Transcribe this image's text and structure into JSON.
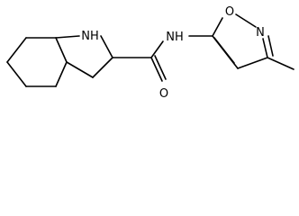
{
  "molecule": {
    "atoms": {
      "nh_ring": "NH",
      "nh_amide": "NH",
      "o_carbonyl": "O",
      "o_ring": "O",
      "n_ring": "N"
    }
  },
  "colors": {
    "bond": "#000000",
    "label": "#000000",
    "background": "#ffffff"
  }
}
